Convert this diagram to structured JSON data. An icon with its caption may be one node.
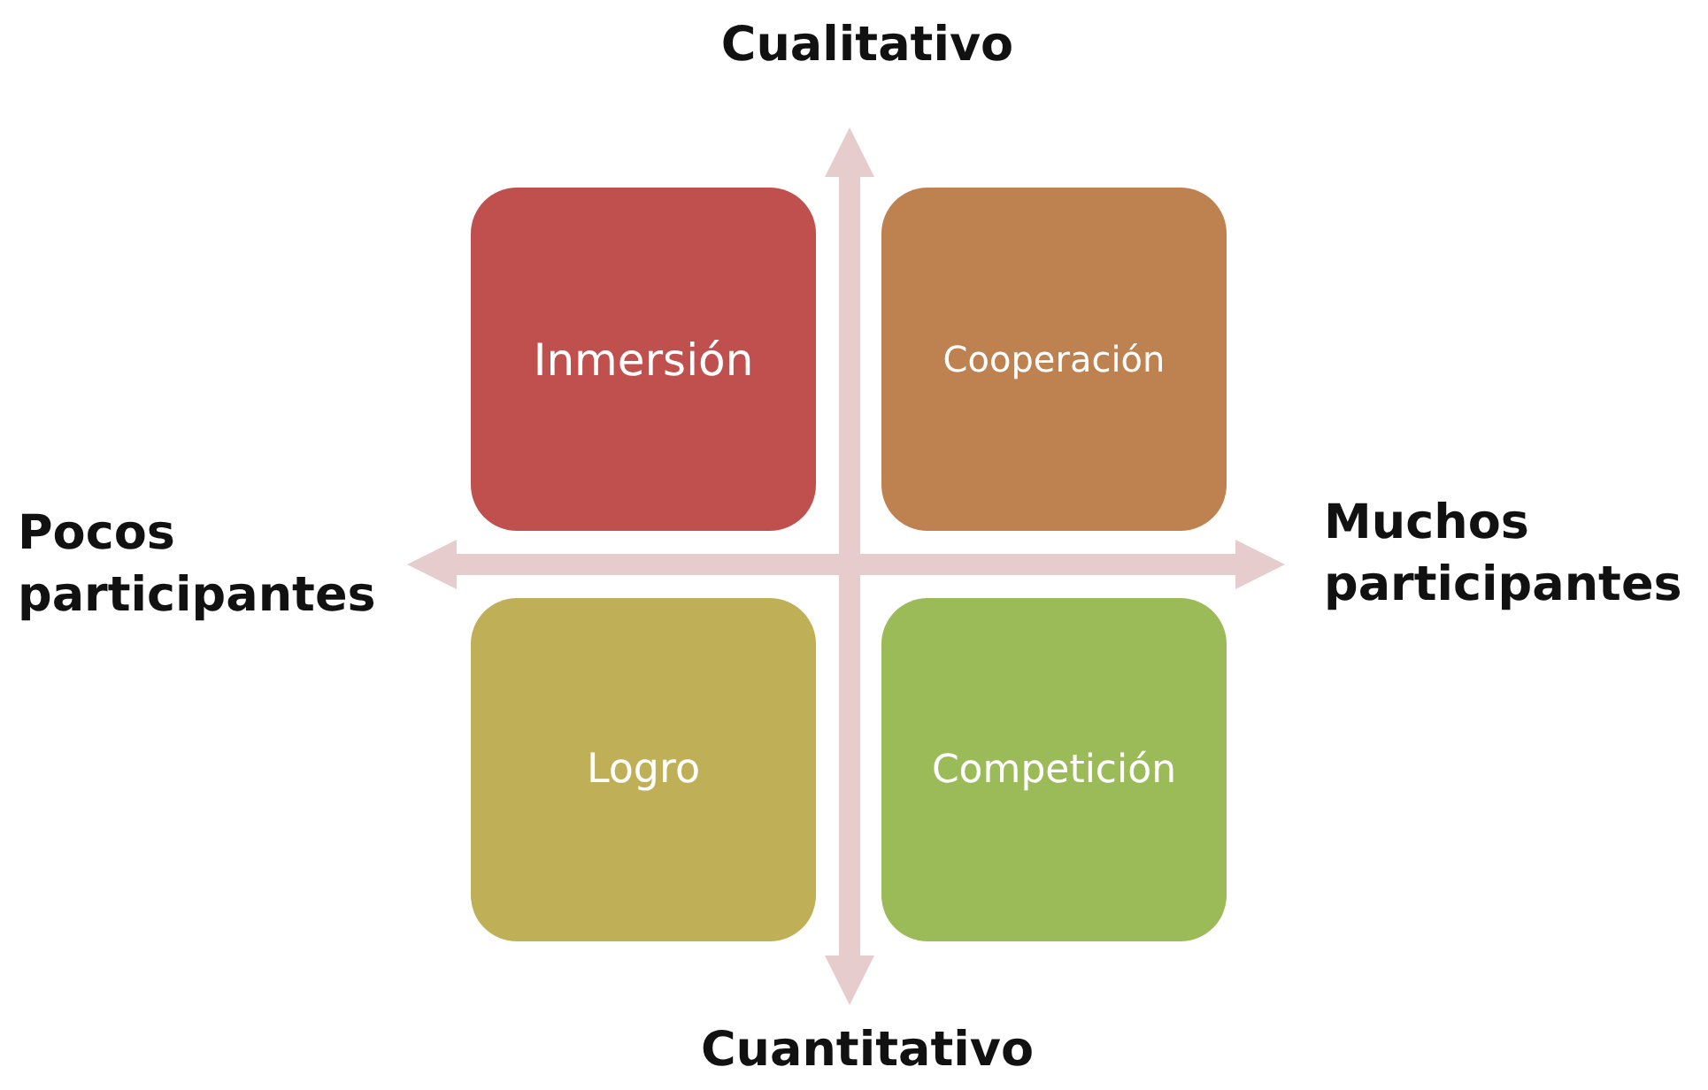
{
  "diagram": {
    "nodes": [
      {
        "text": [
          "Inmersión"
        ]
      },
      {
        "text": [
          "Cooperación"
        ]
      },
      {
        "text": [
          "Logro"
        ]
      },
      {
        "text": [
          "Competición"
        ]
      }
    ],
    "labels": [
      "Cualitativo",
      "Pocos participantes",
      "Muchos participantes",
      "Cuantitativo"
    ]
  }
}
